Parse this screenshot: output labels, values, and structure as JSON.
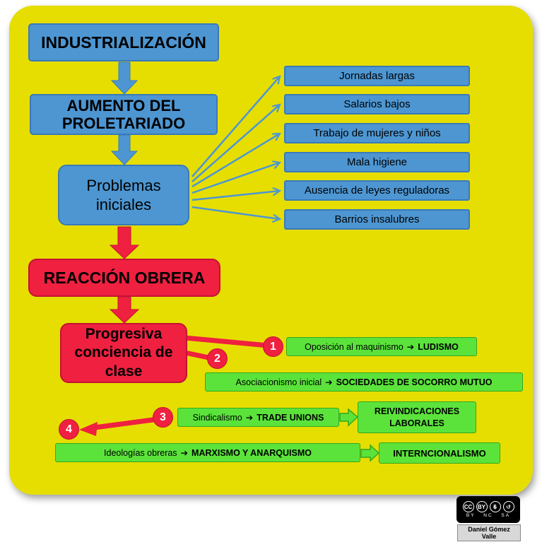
{
  "colors": {
    "background": "#e6de00",
    "blue": "#4d96d2",
    "red": "#ef2040",
    "green": "#5be33b"
  },
  "flow": {
    "industrializacion": "INDUSTRIALIZACIÓN",
    "aumento_line1": "AUMENTO DEL",
    "aumento_line2": "PROLETARIADO",
    "problemas_line1": "Problemas",
    "problemas_line2": "iniciales",
    "reaccion": "REACCIÓN OBRERA",
    "conciencia": "Progresiva conciencia de clase"
  },
  "problems": [
    {
      "label": "Jornadas largas"
    },
    {
      "label": "Salarios bajos"
    },
    {
      "label": "Trabajo de mujeres y niños"
    },
    {
      "label": "Mala higiene"
    },
    {
      "label": "Ausencia de leyes reguladoras"
    },
    {
      "label": "Barrios insalubres"
    }
  ],
  "stages": [
    {
      "num": "1",
      "plain": "Oposición al maquinismo",
      "arrow": "➔",
      "bold": "LUDISMO"
    },
    {
      "num": "2",
      "plain": "Asociacionismo inicial",
      "arrow": "➔",
      "bold": "SOCIEDADES DE SOCORRO MUTUO"
    },
    {
      "num": "3",
      "plain": "Sindicalismo",
      "arrow": "➔",
      "bold": "TRADE UNIONS",
      "result": "REIVINDICACIONES LABORALES"
    },
    {
      "num": "4",
      "plain": "Ideologías obreras",
      "arrow": "➔",
      "bold": "MARXISMO Y ANARQUISMO",
      "result": "INTERNCIONALISMO"
    }
  ],
  "credit": {
    "icon_cc": "CC",
    "icon_by": "BY",
    "icon_nc": "$",
    "icon_sa": "↺",
    "labels": "BY NC SA",
    "author": "Daniel Gómez Valle"
  }
}
